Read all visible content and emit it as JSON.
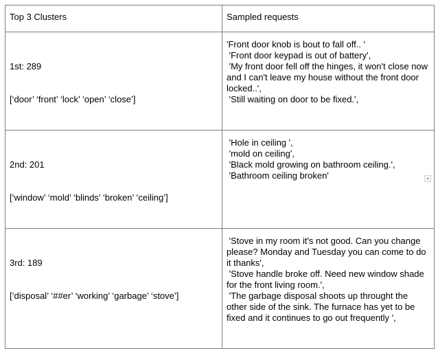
{
  "table": {
    "headers": [
      "Top 3 Clusters",
      "Sampled requests"
    ],
    "rows": [
      {
        "rank": "1st: 289",
        "keywords": "[‘door’ ‘front’ ‘lock’ ‘open’ ‘close’]",
        "requests": "'Front door knob is bout to fall off.. '\n 'Front door keypad is out of battery',\n 'My front door fell off the hinges, it won't close now and I can't leave my house without the front door locked..',\n 'Still waiting on door to be fixed.',"
      },
      {
        "rank": "2nd: 201",
        "keywords": "[‘window’ ‘mold’ ‘blinds’ ‘broken’ ‘ceiling’]",
        "requests": " 'Hole in ceiling ',\n 'mold on ceiling',\n 'Black mold growing on bathroom ceiling.',\n 'Bathroom ceiling broken'"
      },
      {
        "rank": "3rd: 189",
        "keywords": "[‘disposal’ ‘##er’ ‘working’ ‘garbage’ ‘stove’]",
        "requests": " 'Stove in my room it's not good. Can you change please? Monday and Tuesday you can come to do it thanks',\n 'Stove handle broke off. Need new window shade for the front living room.',\n 'The garbage disposal shoots up throught the other side of the sink. The furnace has yet to be fixed and it continues to go out frequently ',"
      }
    ]
  },
  "icons": {
    "dropdown": "chevron-down-icon"
  },
  "colors": {
    "border": "#7f7f7f",
    "text": "#000000",
    "background": "#ffffff"
  }
}
